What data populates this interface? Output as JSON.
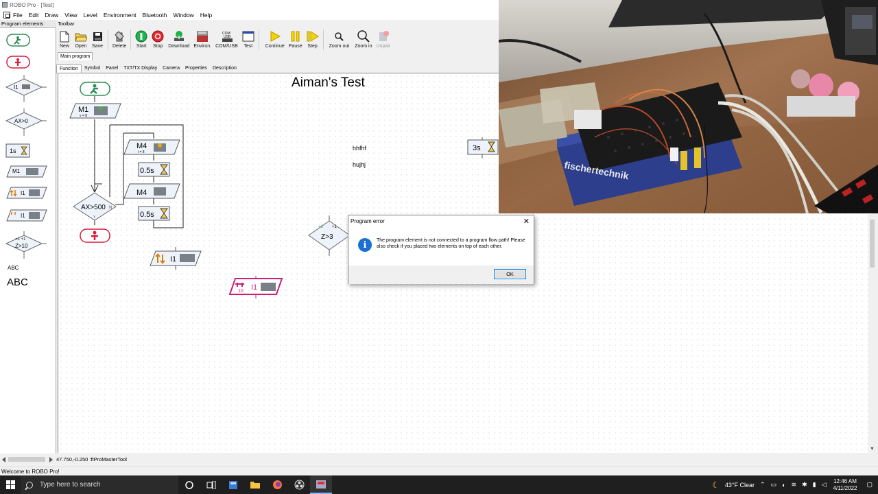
{
  "window": {
    "title": "ROBO Pro - [Test]"
  },
  "menu": [
    "File",
    "Edit",
    "Draw",
    "View",
    "Level",
    "Environment",
    "Bluetooth",
    "Window",
    "Help"
  ],
  "palette": {
    "header": "Program elements",
    "abc_small": "ABC",
    "abc_large": "ABC",
    "items": [
      {
        "icon": "start-element-icon"
      },
      {
        "icon": "stop-element-icon"
      },
      {
        "icon": "input-branch-icon",
        "label": "I1"
      },
      {
        "icon": "analog-branch-icon",
        "label": "AX>0"
      },
      {
        "icon": "wait-time-icon",
        "label": "1s"
      },
      {
        "icon": "motor-output-icon",
        "label": "M1"
      },
      {
        "icon": "wait-for-input-icon",
        "label": "I1"
      },
      {
        "icon": "pulse-counter-icon",
        "label": "I1"
      },
      {
        "icon": "counter-loop-icon",
        "label": "Z>10"
      }
    ]
  },
  "toolbar": {
    "header": "Toolbar",
    "buttons": [
      {
        "label": "New",
        "icon": "new-file-icon"
      },
      {
        "label": "Open",
        "icon": "open-folder-icon"
      },
      {
        "label": "Save",
        "icon": "save-disk-icon"
      },
      {
        "label": "Delete",
        "icon": "delete-icon"
      },
      {
        "label": "Start",
        "icon": "start-green-icon"
      },
      {
        "label": "Stop",
        "icon": "stop-red-icon"
      },
      {
        "label": "Download",
        "icon": "download-icon"
      },
      {
        "label": "Environ.",
        "icon": "environment-icon"
      },
      {
        "label": "COM/USB",
        "icon": "com-usb-icon"
      },
      {
        "label": "Test",
        "icon": "test-window-icon"
      },
      {
        "label": "Continue",
        "icon": "continue-play-icon"
      },
      {
        "label": "Pause",
        "icon": "pause-icon"
      },
      {
        "label": "Step",
        "icon": "step-icon"
      },
      {
        "label": "Zoom out",
        "icon": "zoom-out-icon"
      },
      {
        "label": "Zoom in",
        "icon": "zoom-in-icon"
      },
      {
        "label": "Unpair",
        "icon": "unpair-icon",
        "disabled": true
      }
    ]
  },
  "tabs": {
    "main": "Main program",
    "sub": [
      "Function",
      "Symbol",
      "Panel",
      "TXT/TX Display",
      "Camera",
      "Properties",
      "Description"
    ]
  },
  "canvas": {
    "title": "Aiman's Test",
    "texts": [
      "hhfhf",
      "hujhj"
    ],
    "elements": {
      "start": "",
      "m1": "M1",
      "m1_sub": "v = 8",
      "m4a": "M4",
      "m4a_sub": "l = 8",
      "wait1": "0.5s",
      "m4b": "M4",
      "wait2": "0.5s",
      "branch": "AX>500",
      "branch_n": "N",
      "branch_y": "Y",
      "input_wait": "I1",
      "counter": "I1",
      "counter_num": "10",
      "loop": "Z>3",
      "loop_a": "=1",
      "loop_b": "+1",
      "wait3": "3s"
    }
  },
  "coords": "47.750,-0.250 :ftProMasterTool",
  "status": "Welcome to ROBO Pro!",
  "dialog": {
    "title": "Program error",
    "close": "✕",
    "message": "The program element is not connected to a program flow path! Please also check if you placed two elements on top of each other.",
    "ok": "OK"
  },
  "taskbar": {
    "search_placeholder": "Type here to search",
    "weather": "43°F  Clear",
    "time": "12:46 AM",
    "date": "4/11/2022"
  },
  "colors": {
    "start_green": "#2e8b57",
    "stop_red": "#d21f3c",
    "accent_blue": "#0078d7",
    "counter_magenta": "#cc1f77"
  }
}
